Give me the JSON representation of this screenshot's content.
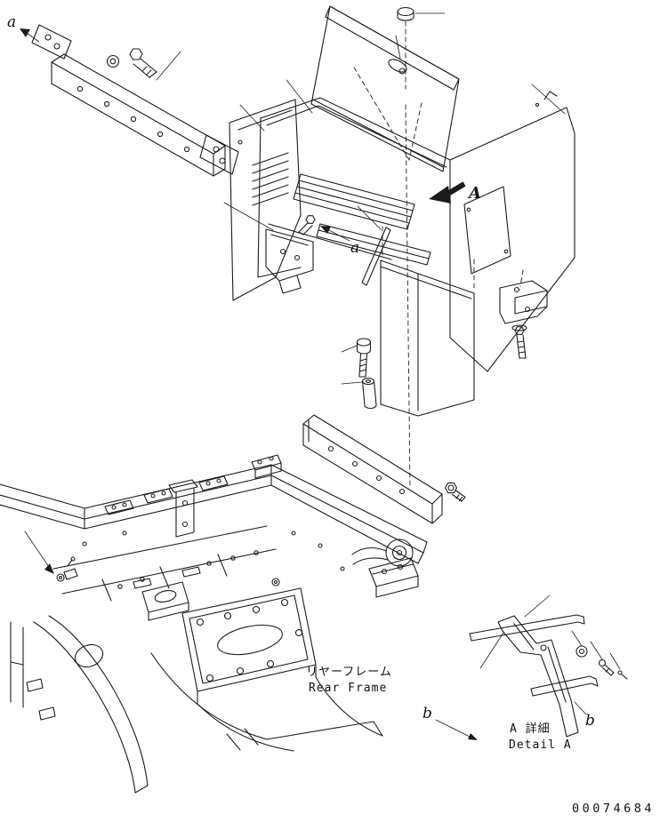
{
  "page": {
    "background": "#ffffff",
    "line_color": "#1c1c1c"
  },
  "callouts": {
    "a_top_left": "a",
    "a_middle": "a",
    "view_a": "A",
    "b_left": "b",
    "b_right": "b"
  },
  "annotations": {
    "rear_frame_jp": "リヤーフレーム",
    "rear_frame_en": "Rear Frame",
    "detail_a_jp": "A 詳細",
    "detail_a_en": "Detail A"
  },
  "footer": {
    "drawing_number": "00074684"
  }
}
